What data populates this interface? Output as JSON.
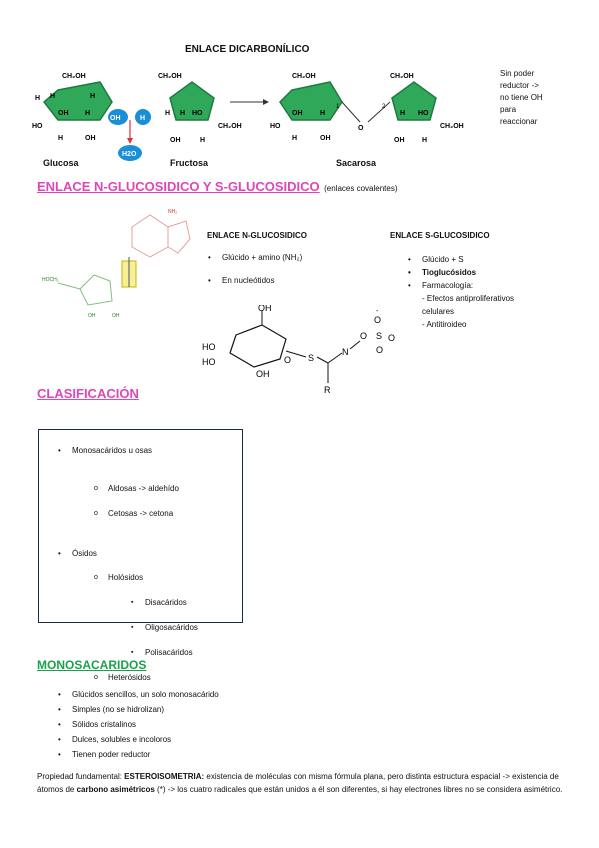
{
  "dicarbonilico": {
    "title": "ENLACE DICARBONÍLICO",
    "glucosa": "Glucosa",
    "fructosa": "Fructosa",
    "sacarosa": "Sacarosa",
    "oh_circle": "OH",
    "h_circle": "H",
    "water": "H2O",
    "note": [
      "Sin poder",
      "reductor ->",
      "no tiene OH",
      "para",
      "reaccionar"
    ]
  },
  "nglu": {
    "heading": "ENLACE N-GLUCOSIDICO Y S-GLUCOSIDICO",
    "heading_note": "(enlaces covalentes)",
    "n_title": "ENLACE N-GLUCOSIDICO",
    "n_items": [
      "Glúcido + amino (NH₂)",
      "En nucleótidos"
    ],
    "s_title": "ENLACE S-GLUCOSIDICO",
    "s_items": [
      "Glúcido + S",
      "Tioglucósidos",
      "Farmacología:"
    ],
    "s_sub": [
      "- Efectos antiproliferativos",
      "celulares",
      "- Antitiroideo"
    ]
  },
  "clasificacion": {
    "heading": "CLASIFICACIÓN",
    "mono": "Monosacáridos u osas",
    "aldosas": "Aldosas -> aldehído",
    "cetosas": "Cetosas -> cetona",
    "osidos": "Ósidos",
    "holosidos": "Holósidos",
    "disacaridos": "Disacáridos",
    "oligosacaridos": "Oligosacáridos",
    "polisacaridos": "Polisacáridos",
    "heterosidos": "Heterósidos"
  },
  "monosacaridos": {
    "heading": "MONOSACARIDOS",
    "items": [
      "Glúcidos sencillos, un solo monosacárido",
      "Simples (no se hidrolizan)",
      "Sólidos cristalinos",
      "Dulces, solubles e incoloros",
      "Tienen poder reductor"
    ],
    "prop_label": "Propiedad fundamental: ",
    "prop_bold1": "ESTEROISOMETRIA:",
    "prop_text1": " existencia de moléculas con misma fórmula plana, pero distinta estructura espacial -> existencia de átomos de ",
    "prop_bold2": "carbono asimétricos",
    "prop_text2": " (*) -> los cuatro radicales que están unidos a él son diferentes, si hay electrones libres no se considera asimétrico."
  },
  "colors": {
    "pink": "#e046b8",
    "green": "#1aa24a",
    "ring": "#2fa85a",
    "blue": "#1a8fd6"
  }
}
